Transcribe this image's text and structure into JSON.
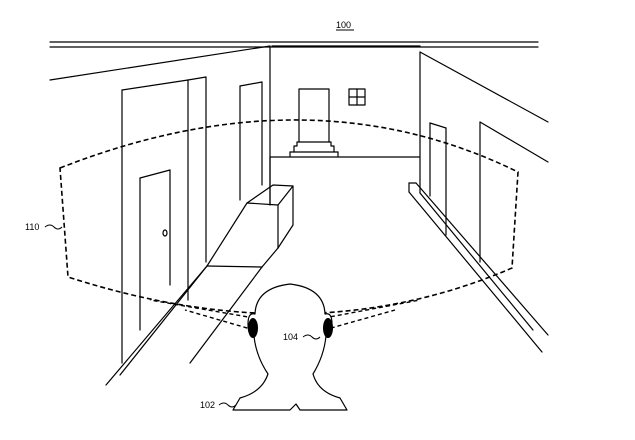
{
  "labels": {
    "figure_number": "100",
    "field_of_view": "110",
    "user_head": "102",
    "ear_device": "104"
  },
  "colors": {
    "line": "#000000",
    "background": "#ffffff"
  }
}
